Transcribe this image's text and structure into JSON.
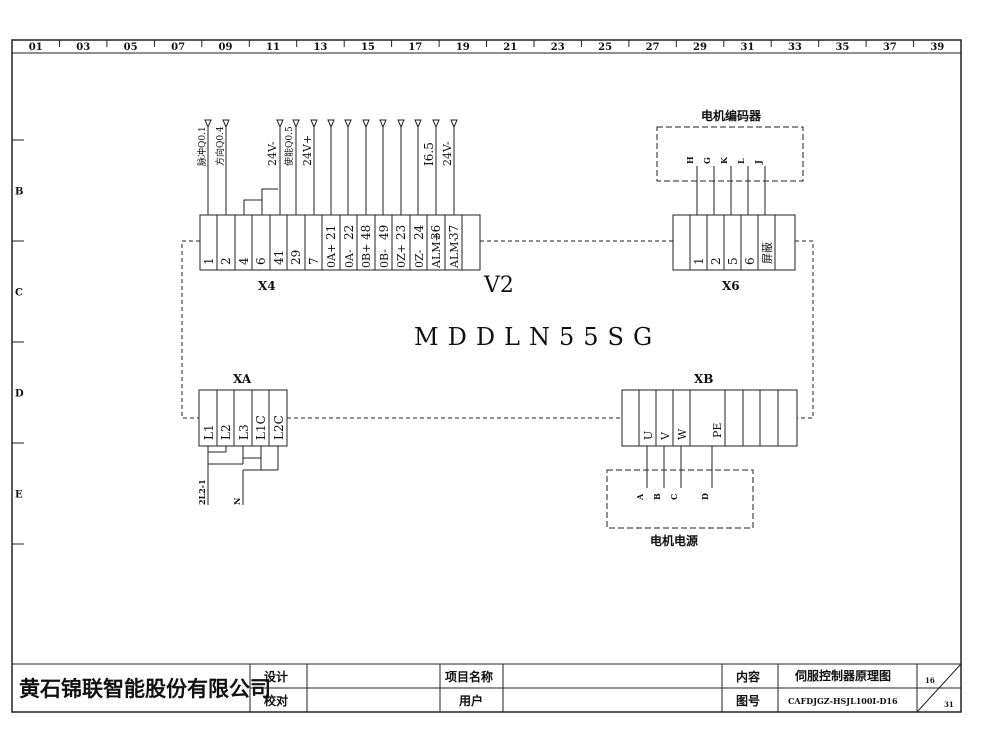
{
  "drawing": {
    "zone_numbers": [
      "01",
      "03",
      "05",
      "07",
      "09",
      "11",
      "13",
      "15",
      "17",
      "19",
      "21",
      "23",
      "25",
      "27",
      "29",
      "31",
      "33",
      "35",
      "37",
      "39"
    ],
    "row_letters": [
      "B",
      "C",
      "D",
      "E"
    ]
  },
  "device": {
    "line1": "V2",
    "line2": "MDDLN55SG"
  },
  "x4": {
    "label": "X4",
    "pins": [
      "1",
      "2",
      "4",
      "6",
      "41",
      "29",
      "7",
      "21",
      "22",
      "48",
      "49",
      "23",
      "24",
      "36",
      "37"
    ],
    "pin_labels": [
      "0A+",
      "0A-",
      "0B+",
      "0B-",
      "0Z+",
      "0Z-",
      "ALM+",
      "ALM-"
    ],
    "signals": [
      "脉冲Q0.1",
      "方向Q0.4",
      "24V-",
      "使能Q0.5",
      "24V+",
      "I6.5",
      "24V-"
    ]
  },
  "x6": {
    "label": "X6",
    "pins": [
      "1",
      "2",
      "5",
      "6",
      "屏蔽"
    ]
  },
  "encoder": {
    "title": "电机编码器",
    "pins": [
      "H",
      "G",
      "K",
      "L",
      "J"
    ]
  },
  "xa": {
    "label": "XA",
    "pins": [
      "L1",
      "L2",
      "L3",
      "L1C",
      "L2C"
    ],
    "outputs": [
      "2L2-1",
      "N"
    ]
  },
  "xb": {
    "label": "XB",
    "pins": [
      "U",
      "V",
      "W",
      "PE"
    ]
  },
  "motor_power": {
    "title": "电机电源",
    "pins": [
      "A",
      "B",
      "C",
      "D"
    ]
  },
  "title_block": {
    "company": "黄石锦联智能股份有限公司",
    "design": "设计",
    "check": "校对",
    "project_label": "项目名称",
    "user_label": "用户",
    "content_label": "内容",
    "content_value": "伺服控制器原理图",
    "drawing_no_label": "图号",
    "drawing_no_value": "CAFDJGZ-HSJL100Ⅰ-D16",
    "sheet": "16",
    "total": "31"
  }
}
